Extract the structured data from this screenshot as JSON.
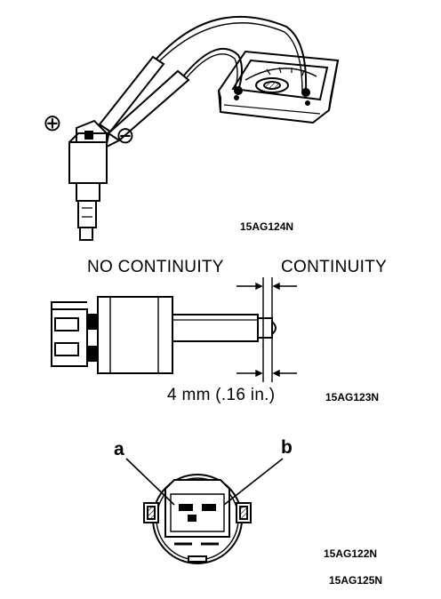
{
  "figure1": {
    "code": "15AG124N",
    "plus_symbol": "⊕",
    "minus_symbol": "⊖"
  },
  "figure2": {
    "code": "15AG123N",
    "no_continuity_label": "NO CONTINUITY",
    "continuity_label": "CONTINUITY",
    "dimension_label": "4 mm (.16 in.)"
  },
  "figure3": {
    "code": "15AG122N",
    "terminal_a": "a",
    "terminal_b": "b"
  },
  "footer": {
    "code": "15AG125N"
  },
  "colors": {
    "ink": "#000000",
    "paper": "#ffffff"
  }
}
